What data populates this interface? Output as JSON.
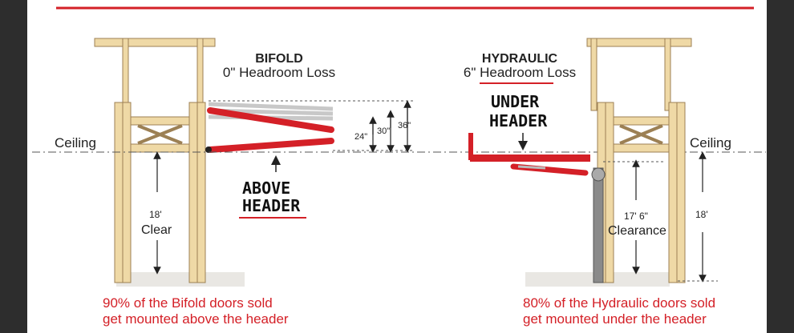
{
  "ceiling_label": "Ceiling",
  "bifold": {
    "title": "BIFOLD",
    "subtitle": "0\" Headroom Loss",
    "dims": [
      "24\"",
      "30\"",
      "36\""
    ],
    "clear_height": "18'",
    "clear_label": "Clear",
    "note_line1": "ABOVE",
    "note_line2": "HEADER",
    "footnote_line1": "90% of the Bifold doors sold",
    "footnote_line2": "get mounted above the header"
  },
  "hydraulic": {
    "title": "HYDRAULIC",
    "subtitle": "6\" Headroom Loss",
    "clear_height": "17' 6\"",
    "clear_label": "Clearance",
    "ceiling_height": "18'",
    "note_line1": "UNDER",
    "note_line2": "HEADER",
    "footnote_line1": "80% of the Hydraulic doors sold",
    "footnote_line2": "get mounted under the header"
  },
  "colors": {
    "accent_red": "#d42027",
    "lumber": "#efd9a6",
    "background_dark": "#2d2d2d"
  }
}
